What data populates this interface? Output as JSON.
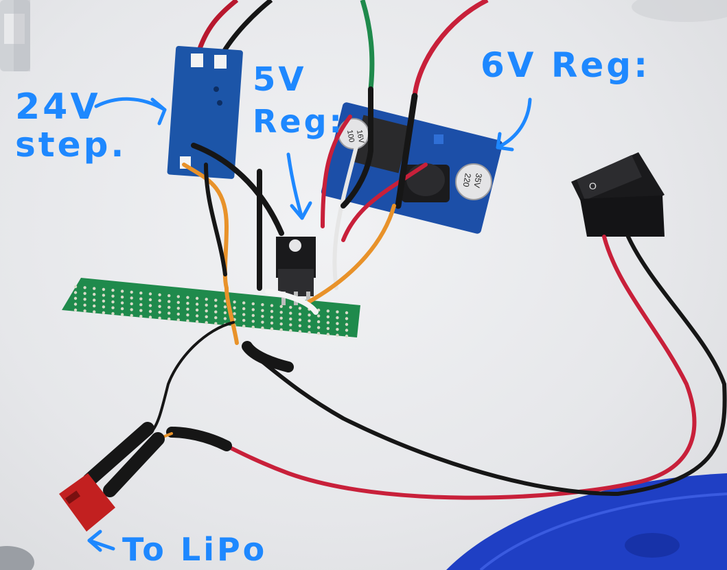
{
  "annotations": {
    "step_up": [
      "24V",
      "step."
    ],
    "reg_5v": [
      "5V",
      "Reg:"
    ],
    "reg_6v": "6V Reg:",
    "lipo": "To LiPo"
  },
  "components": {
    "left_capacitor_top": "100",
    "left_capacitor_bottom": "16V",
    "right_capacitor_top": "220",
    "right_capacitor_bottom": "35V",
    "rocker_switch_mark": "O"
  },
  "colors": {
    "annotation": "#1e88ff",
    "wire_red": "#c8203a",
    "wire_black": "#161616",
    "wire_orange": "#e8922a",
    "wire_green": "#1f8a4c",
    "pcb_green": "#1f8a4c",
    "module_blue": "#1c55a8",
    "spool_blue": "#1f3fc4"
  }
}
